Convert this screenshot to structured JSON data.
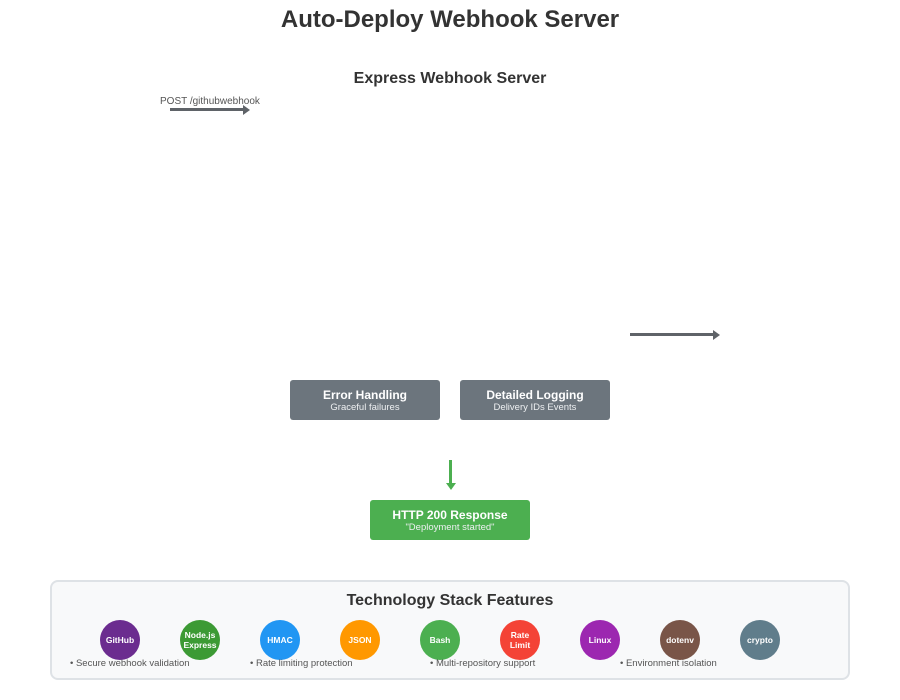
{
  "title": "Auto-Deploy Webhook Server",
  "server": {
    "title": "Express Webhook Server",
    "endpoint_label": "POST /githubwebhook"
  },
  "boxes": {
    "error": {
      "title": "Error Handling",
      "subtitle": "Graceful failures"
    },
    "logging": {
      "title": "Detailed Logging",
      "subtitle": "Delivery IDs Events"
    },
    "response": {
      "title": "HTTP 200 Response",
      "subtitle": "\"Deployment started\""
    }
  },
  "tech_stack": {
    "title": "Technology Stack Features",
    "items": [
      {
        "label": "GitHub",
        "color": "#6b2c8f"
      },
      {
        "label": "Node.js\nExpress",
        "color": "#3c9a34"
      },
      {
        "label": "HMAC",
        "color": "#2196f3"
      },
      {
        "label": "JSON",
        "color": "#ff9800"
      },
      {
        "label": "Bash",
        "color": "#4caf50"
      },
      {
        "label": "Rate\nLimit",
        "color": "#f44336"
      },
      {
        "label": "Linux",
        "color": "#9c27b0"
      },
      {
        "label": "dotenv",
        "color": "#795548"
      },
      {
        "label": "crypto",
        "color": "#607d8b"
      }
    ],
    "features": [
      "• Secure webhook validation",
      "• Rate limiting protection",
      "• Multi-repository support",
      "• Environment isolation"
    ]
  },
  "colors": {
    "box_gray": "#6c757d",
    "response_green": "#4caf50",
    "arrow_gray": "#5f6368"
  }
}
